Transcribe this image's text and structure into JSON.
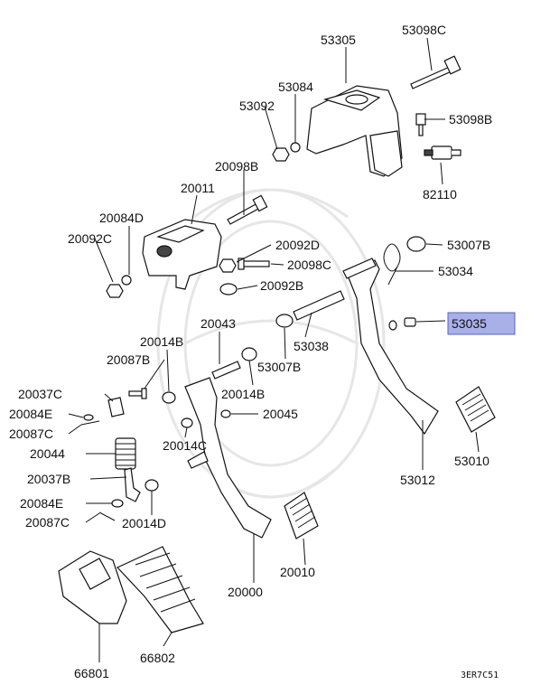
{
  "diagram_code": "3ER7C51",
  "highlight_color": "#a9b0e8",
  "labels": {
    "p53305": "53305",
    "p53098c": "53098C",
    "p53084": "53084",
    "p53092": "53092",
    "p53098b": "53098B",
    "p82110": "82110",
    "p20098b": "20098B",
    "p20011": "20011",
    "p20084d": "20084D",
    "p20092c": "20092C",
    "p20092d": "20092D",
    "p20098c": "20098C",
    "p20092b": "20092B",
    "p53007b_top": "53007B",
    "p53034": "53034",
    "p53035": "53035",
    "p20043": "20043",
    "p53038": "53038",
    "p20014b_left": "20014B",
    "p53007b_mid": "53007B",
    "p20087b": "20087B",
    "p20014b_mid": "20014B",
    "p20037c": "20037C",
    "p20084e_top": "20084E",
    "p20045": "20045",
    "p20087c_top": "20087C",
    "p20014c": "20014C",
    "p20044": "20044",
    "p53010": "53010",
    "p20037b": "20037B",
    "p53012": "53012",
    "p20084e_bot": "20084E",
    "p20087c_bot": "20087C",
    "p20014d": "20014D",
    "p20010": "20010",
    "p20000": "20000",
    "p66801": "66801",
    "p66802": "66802"
  }
}
